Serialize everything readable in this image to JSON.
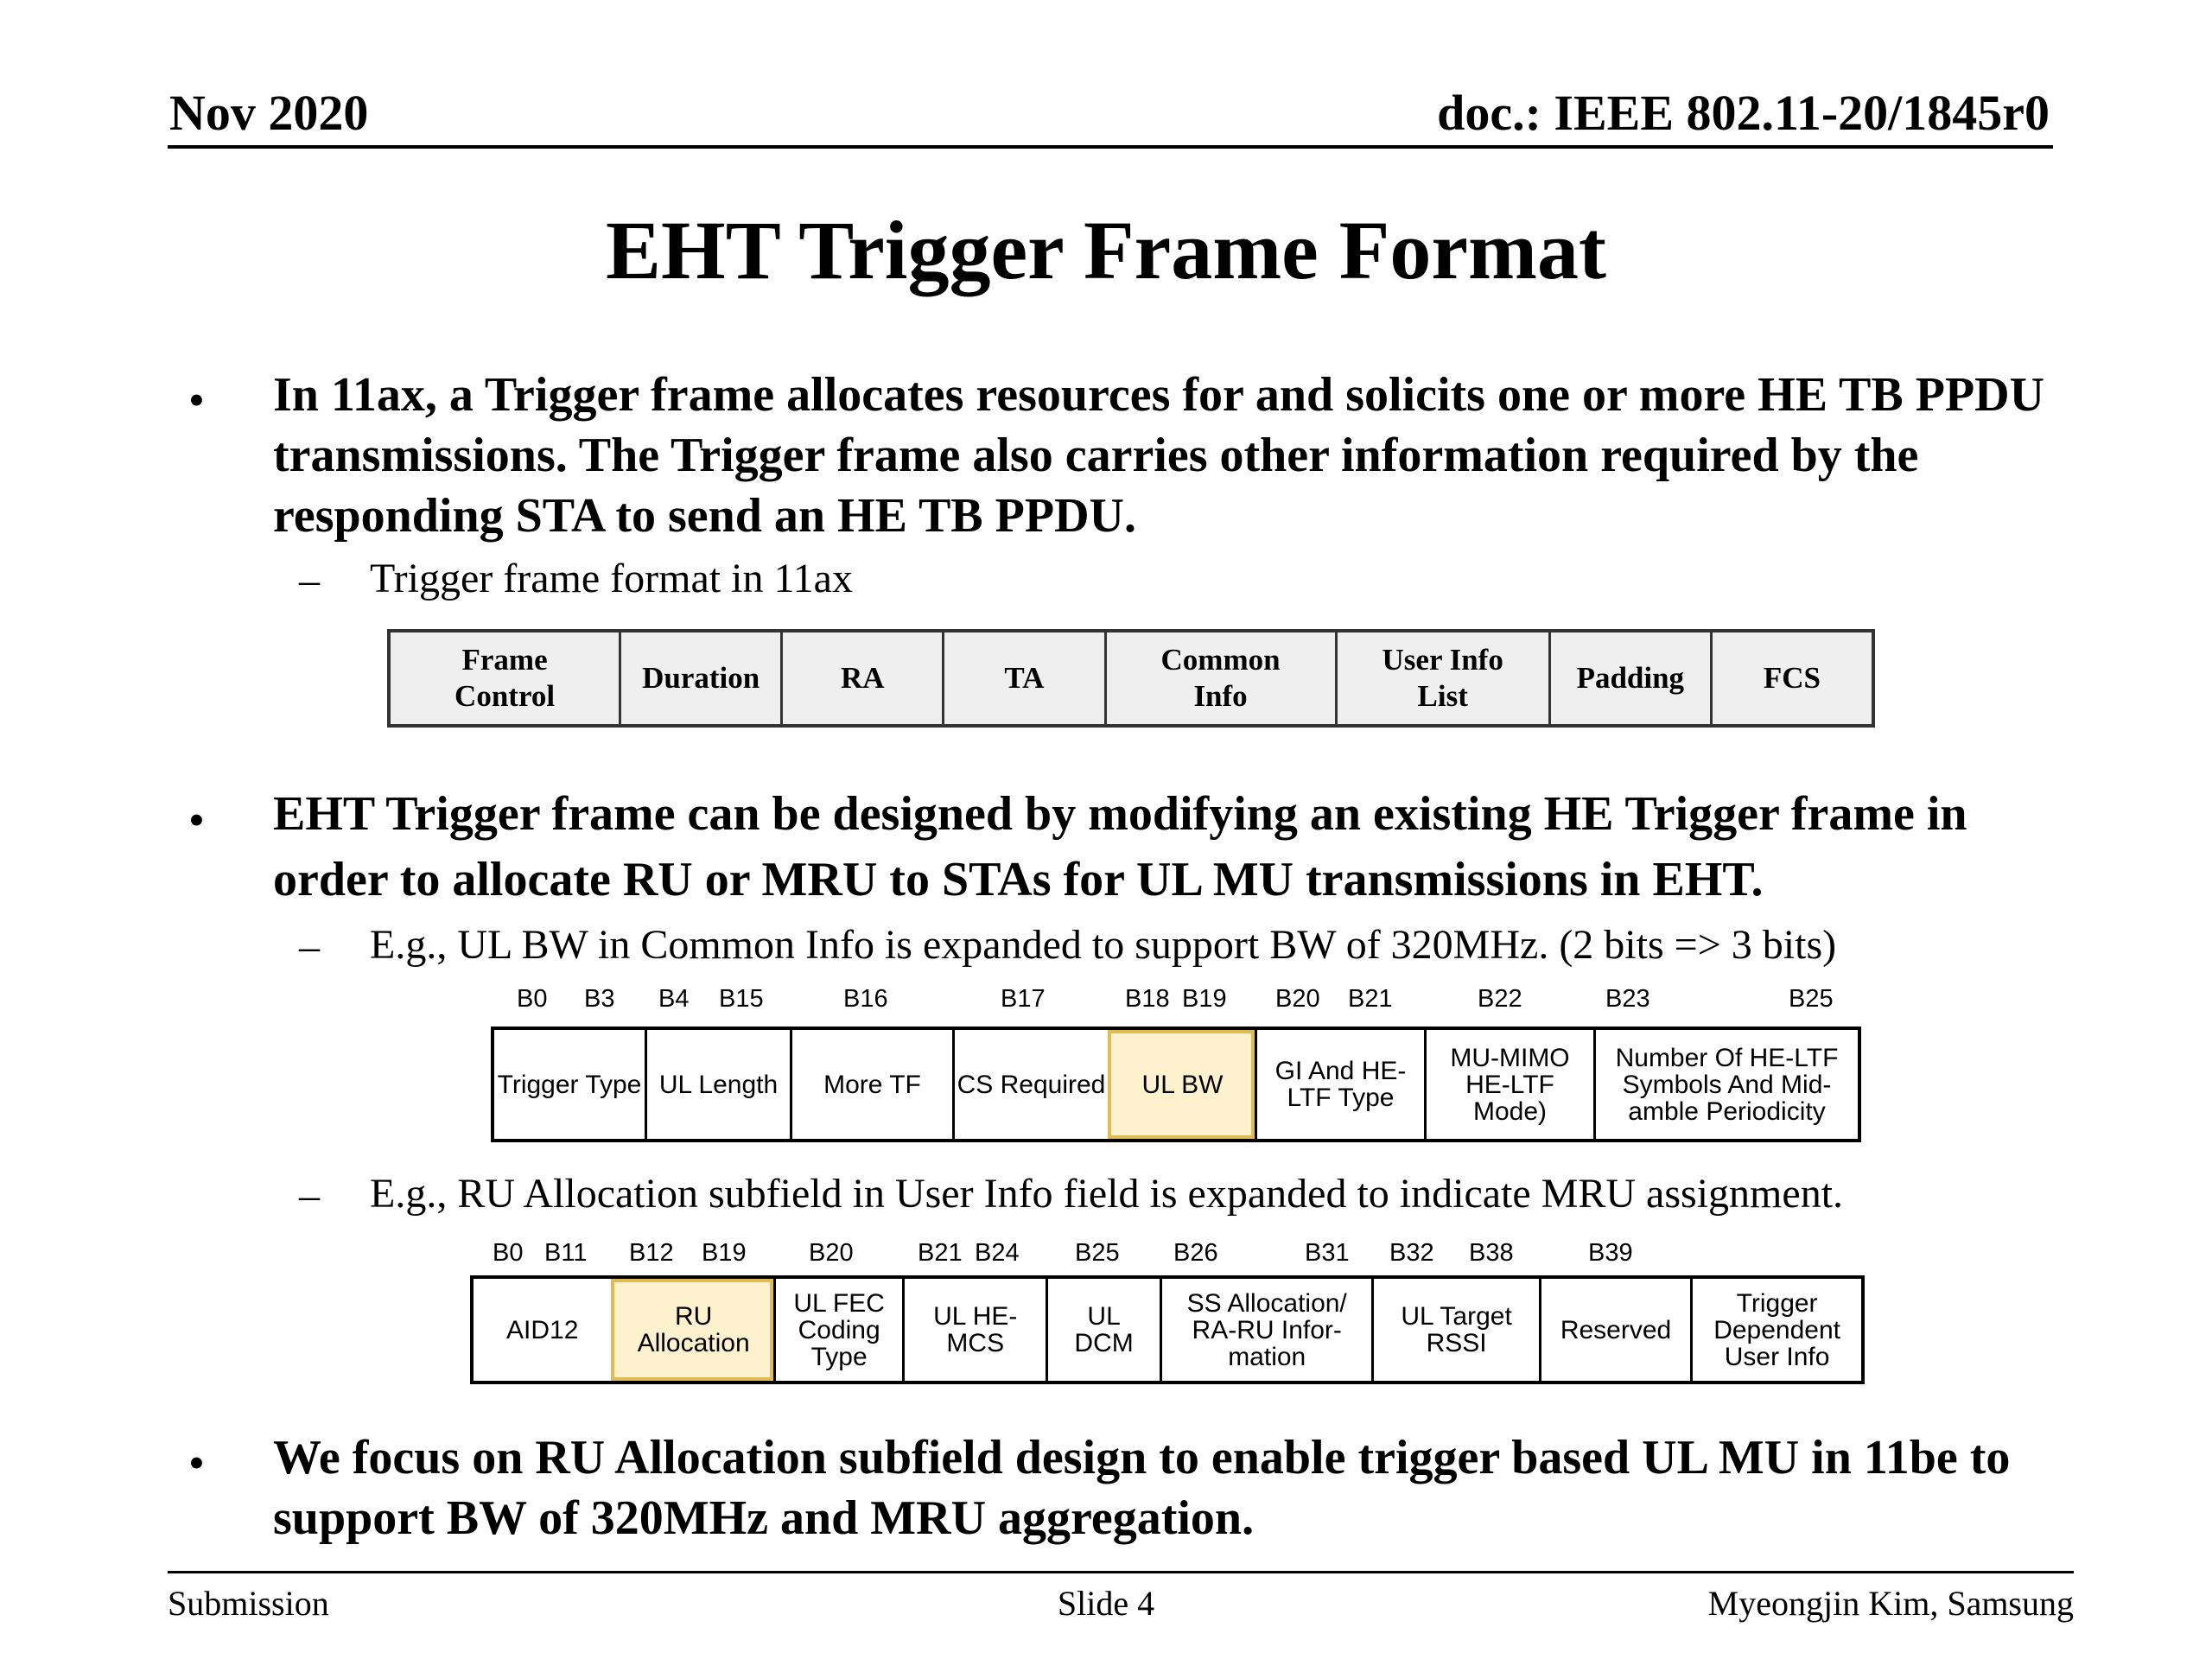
{
  "header": {
    "date": "Nov 2020",
    "doc": "doc.: IEEE 802.11-20/1845r0"
  },
  "title": "EHT Trigger Frame Format",
  "bullets": [
    {
      "text": "In 11ax, a Trigger frame allocates resources for and solicits one or more HE TB PPDU transmissions. The Trigger frame also carries other information required by the responding STA to send an HE TB PPDU."
    },
    {
      "text": "EHT Trigger frame can be designed by modifying an existing HE Trigger frame in order to allocate RU or MRU to STAs for UL MU transmissions in EHT."
    },
    {
      "text": "We focus on RU Allocation subfield design to enable trigger based UL MU in 11be to support BW of 320MHz and MRU aggregation."
    }
  ],
  "bullet_symbol": "•",
  "dash_symbol": "–",
  "subbullets": [
    "Trigger frame format in 11ax",
    "E.g., UL BW in Common Info is expanded to support BW of 320MHz. (2 bits => 3 bits)",
    "E.g., RU Allocation subfield in User Info field is expanded to indicate MRU assignment."
  ],
  "frame_format": [
    "Frame Control",
    "Duration",
    "RA",
    "TA",
    "Common Info",
    "User Info List",
    "Padding",
    "FCS"
  ],
  "common_info": {
    "bits": [
      "B0",
      "B3",
      "B4",
      "B15",
      "B16",
      "B17",
      "B18",
      "B19",
      "B20",
      "B21",
      "B22",
      "B23",
      "B25"
    ],
    "fields": [
      "Trigger Type",
      "UL Length",
      "More TF",
      "CS Required",
      "UL BW",
      "GI And HE-LTF Type",
      "MU-MIMO HE-LTF Mode)",
      "Number Of HE-LTF Symbols And Mid-amble Periodicity"
    ],
    "highlight": "UL BW"
  },
  "user_info": {
    "bits": [
      "B0",
      "B11",
      "B12",
      "B19",
      "B20",
      "B21",
      "B24",
      "B25",
      "B26",
      "B31",
      "B32",
      "B38",
      "B39"
    ],
    "fields": [
      "AID12",
      "RU Allocation",
      "UL FEC Coding Type",
      "UL HE-MCS",
      "UL DCM",
      "SS Allocation/ RA-RU Infor-mation",
      "UL Target RSSI",
      "Reserved",
      "Trigger Dependent User Info"
    ],
    "highlight": "RU Allocation"
  },
  "footer": {
    "left": "Submission",
    "center": "Slide 4",
    "right": "Myeongjin Kim, Samsung"
  }
}
